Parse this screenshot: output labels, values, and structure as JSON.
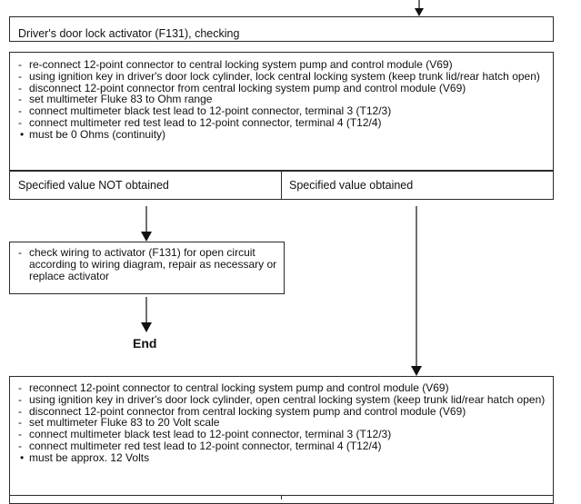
{
  "box1": {
    "title": "Driver's door lock activator (F131), checking",
    "steps": [
      "re-connect 12-point connector to central locking system pump and control module (V69)",
      "using ignition key in driver's door lock cylinder, lock central locking system (keep trunk lid/rear hatch open)",
      "disconnect 12-point connector from central locking system pump and control module (V69)",
      "set multimeter Fluke 83 to Ohm range",
      "connect multimeter black test lead to 12-point connector, terminal 3 (T12/3)",
      "connect multimeter red test lead to 12-point connector, terminal 4 (T12/4)"
    ],
    "requirement": "must be 0 Ohms (continuity)"
  },
  "result_row": {
    "not_obtained": "Specified value NOT obtained",
    "obtained": "Specified value obtained"
  },
  "box2": {
    "steps": [
      "check wiring to activator (F131) for open circuit according to wiring diagram, repair as necessary or replace activator"
    ]
  },
  "end_label": "End",
  "box3": {
    "steps": [
      "reconnect 12-point connector to central locking system pump and control module (V69)",
      "using ignition key in driver's door lock cylinder, open central locking system (keep trunk lid/rear hatch open)",
      "disconnect 12-point connector from central locking system pump and control  module (V69)",
      "set multimeter Fluke 83 to 20 Volt scale",
      "connect multimeter black test lead to 12-point connector, terminal 3 (T12/3)",
      "connect multimeter red test lead to 12-point connector, terminal 4 (T12/4)"
    ],
    "requirement": "must be approx. 12 Volts"
  }
}
